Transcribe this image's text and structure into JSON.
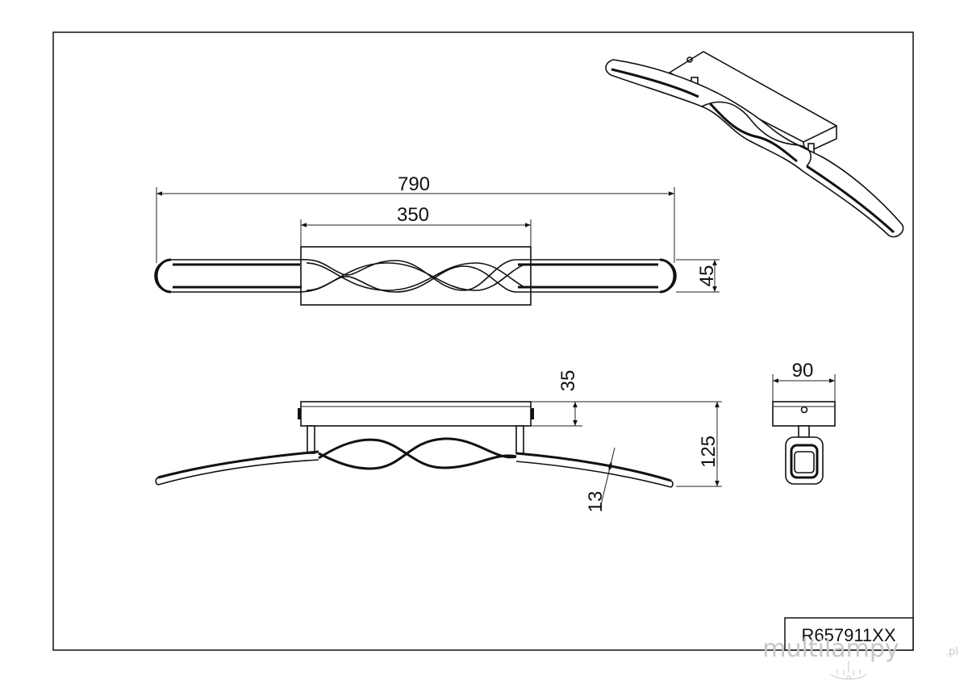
{
  "drawing": {
    "product_code": "R657911XX",
    "watermark": {
      "main": "multilampy",
      "suffix": ".pl",
      "logo_icon": "chandelier-icon"
    },
    "dimensions": {
      "total_length": "790",
      "base_length": "350",
      "width": "45",
      "base_height": "35",
      "total_height": "125",
      "bar_thickness": "13",
      "depth": "90"
    },
    "colors": {
      "line": "#111111",
      "watermark": "#c7c7c7",
      "background": "#ffffff"
    }
  }
}
